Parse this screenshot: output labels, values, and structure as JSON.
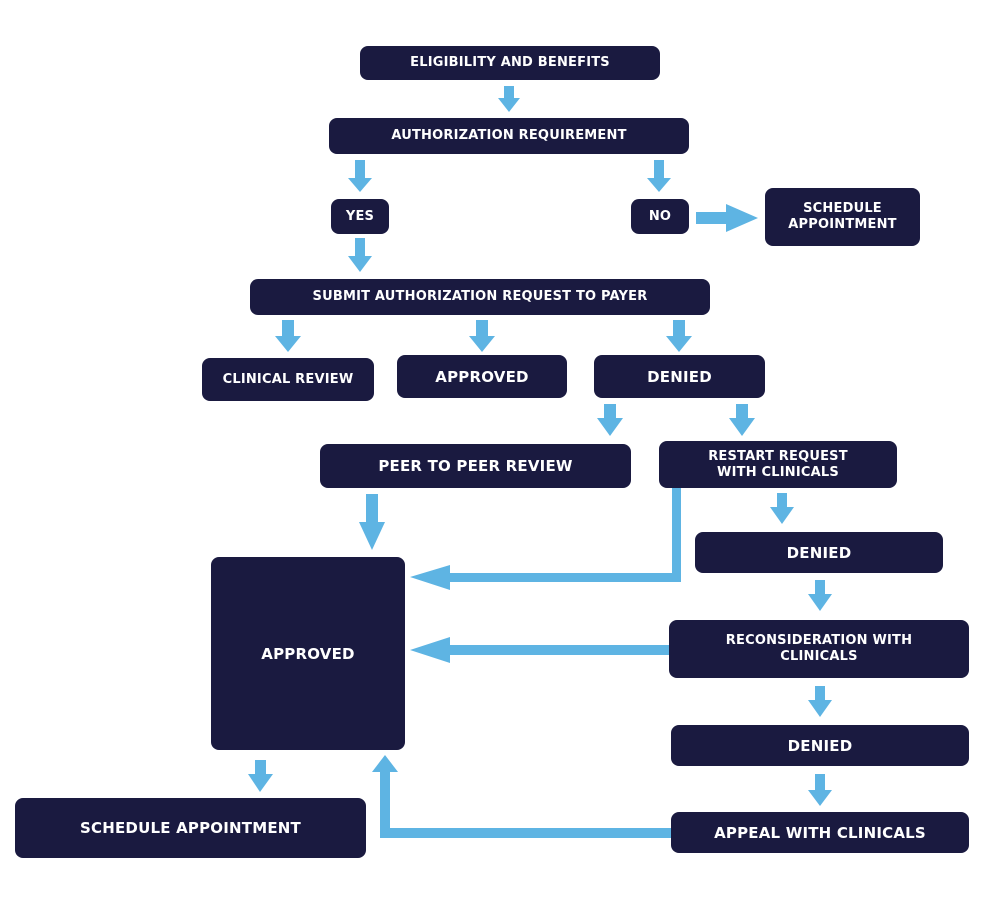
{
  "colors": {
    "box": "#1a1a40",
    "arrow": "#5eb4e3",
    "text": "#ffffff"
  },
  "nodes": {
    "eligibility": "ELIGIBILITY AND BENEFITS",
    "auth_requirement": "AUTHORIZATION REQUIREMENT",
    "yes": "YES",
    "no": "NO",
    "schedule_top": "SCHEDULE APPOINTMENT",
    "submit": "SUBMIT AUTHORIZATION REQUEST TO PAYER",
    "clinical_review": "CLINICAL REVIEW",
    "approved_mid": "APPROVED",
    "denied_1": "DENIED",
    "peer_review": "PEER TO PEER REVIEW",
    "restart": "RESTART REQUEST WITH CLINICALS",
    "denied_2": "DENIED",
    "approved_big": "APPROVED",
    "reconsideration": "RECONSIDERATION WITH CLINICALS",
    "denied_3": "DENIED",
    "appeal": "APPEAL WITH CLINICALS",
    "schedule_bottom": "SCHEDULE APPOINTMENT"
  }
}
